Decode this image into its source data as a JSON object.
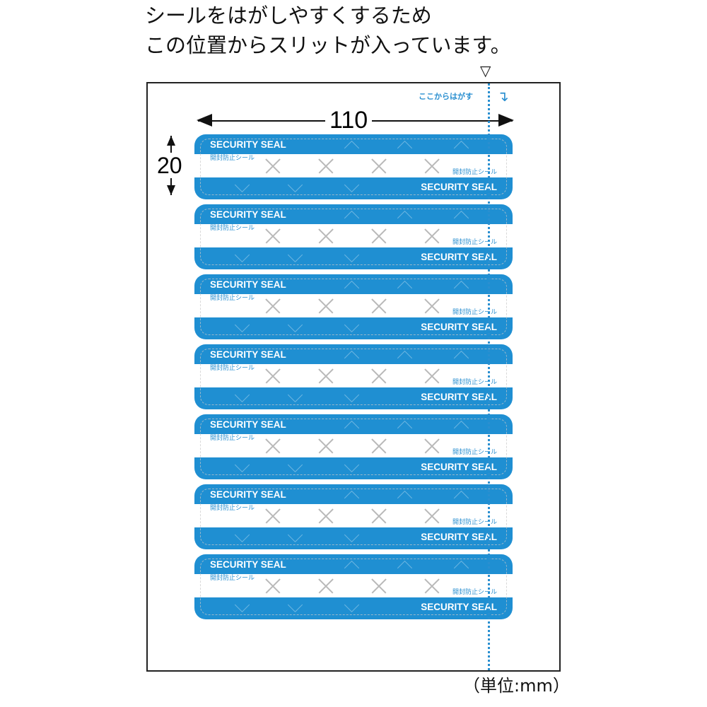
{
  "caption": {
    "line1": "シールをはがしやすくするため",
    "line2": "この位置からスリットが入っています。"
  },
  "slit_marker": "▽",
  "peel_label": "ここからはがす",
  "dimensions": {
    "width": "110",
    "height": "20"
  },
  "unit": "（単位:mm）",
  "seal": {
    "title": "SECURITY SEAL",
    "jp": "開封防止シール"
  },
  "seal_count": 7,
  "colors": {
    "seal_blue": "#1f8fd2",
    "slit": "#2a8fd0"
  }
}
